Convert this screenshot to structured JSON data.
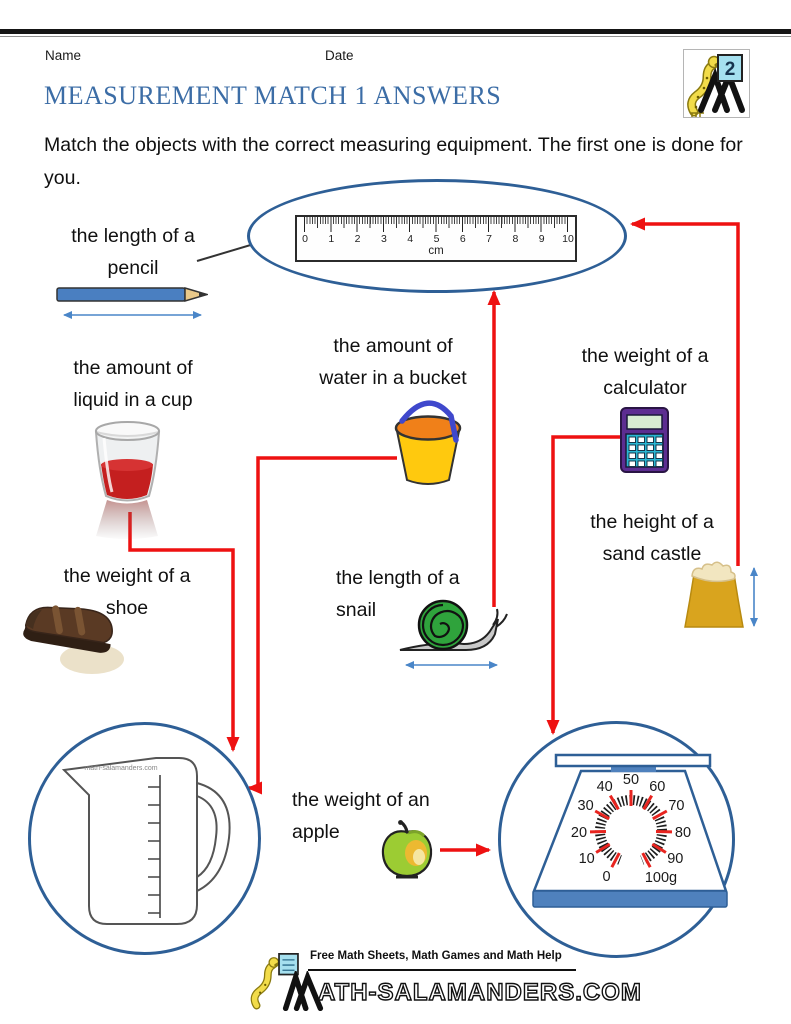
{
  "page": {
    "name_label": "Name",
    "date_label": "Date",
    "title": "MEASUREMENT MATCH 1 ANSWERS",
    "instructions": "Match the objects with the correct measuring equipment. The first one is done for you."
  },
  "logo": {
    "grade": "2"
  },
  "items": {
    "pencil": {
      "line1": "the length of a",
      "line2": "pencil"
    },
    "cup": {
      "line1": "the amount of",
      "line2": "liquid in a cup"
    },
    "bucket": {
      "line1": "the amount of",
      "line2": "water in a bucket"
    },
    "calculator": {
      "line1": "the weight of a",
      "line2": "calculator"
    },
    "sandcastle": {
      "line1": "the height of a",
      "line2": "sand castle"
    },
    "shoe": {
      "line1": "the weight of a",
      "line2": "shoe"
    },
    "snail": {
      "line1": "the length of a",
      "line2": "snail"
    },
    "apple": {
      "line1": "the weight of an",
      "line2": "apple"
    }
  },
  "ruler": {
    "unit": "cm",
    "ticks": [
      "0",
      "1",
      "2",
      "3",
      "4",
      "5",
      "6",
      "7",
      "8",
      "9",
      "10"
    ]
  },
  "jug": {
    "watermark": "math-salamanders.com"
  },
  "scale": {
    "dial": [
      "0",
      "10",
      "20",
      "30",
      "40",
      "50",
      "60",
      "70",
      "80",
      "90",
      "100g"
    ]
  },
  "footer": {
    "tagline": "Free Math Sheets, Math Games and Math Help",
    "site_prefix": "M",
    "site": "ath-salamanders.com"
  },
  "colors": {
    "title_blue": "#3c6da6",
    "outline_blue": "#2e5f96",
    "connector_red": "#ee1111",
    "measure_arrow_blue": "#4a86c8"
  }
}
